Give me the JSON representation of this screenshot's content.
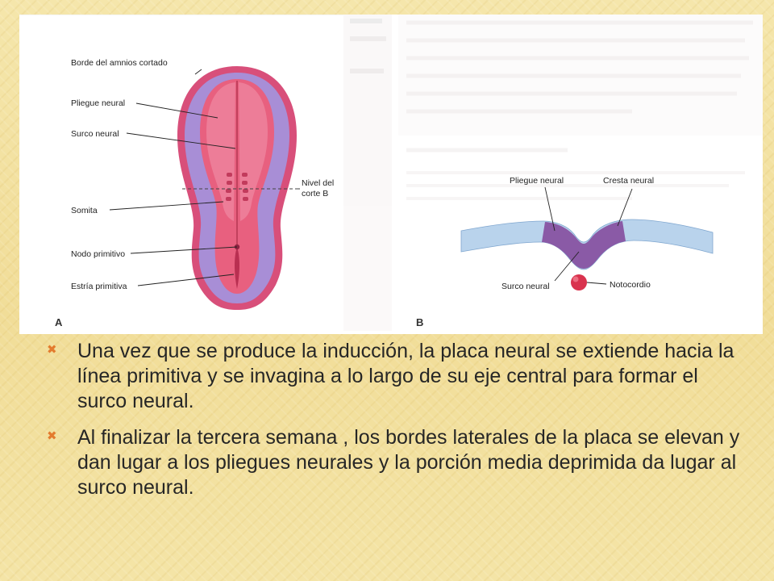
{
  "figure": {
    "panel_a": {
      "letter": "A",
      "labels": {
        "borde_amnios": "Borde del amnios cortado",
        "pliegue_neural": "Pliegue neural",
        "surco_neural": "Surco neural",
        "nivel_corte_1": "Nivel del",
        "nivel_corte_2": "corte B",
        "somita": "Somita",
        "nodo_primitivo": "Nodo primitivo",
        "estria_primitiva": "Estría primitiva"
      }
    },
    "panel_b": {
      "letter": "B",
      "labels": {
        "pliegue_neural": "Pliegue neural",
        "cresta_neural": "Cresta neural",
        "surco_neural": "Surco neural",
        "notocordio": "Notocordio"
      }
    },
    "colors": {
      "amnios_edge": "#d84f7a",
      "embryo_body": "#a88ed6",
      "neural_plate": "#e8607f",
      "ectoderm_b": "#b9d3ec",
      "notochord": "#d9334e"
    }
  },
  "bullets": [
    "Una vez que se produce la inducción, la placa neural se extiende hacia la línea primitiva y se invagina a lo largo de su eje central para formar el surco neural.",
    "Al finalizar la tercera semana , los bordes laterales de la placa se elevan y dan lugar a los pliegues neurales y la porción media deprimida da lugar al surco neural."
  ]
}
